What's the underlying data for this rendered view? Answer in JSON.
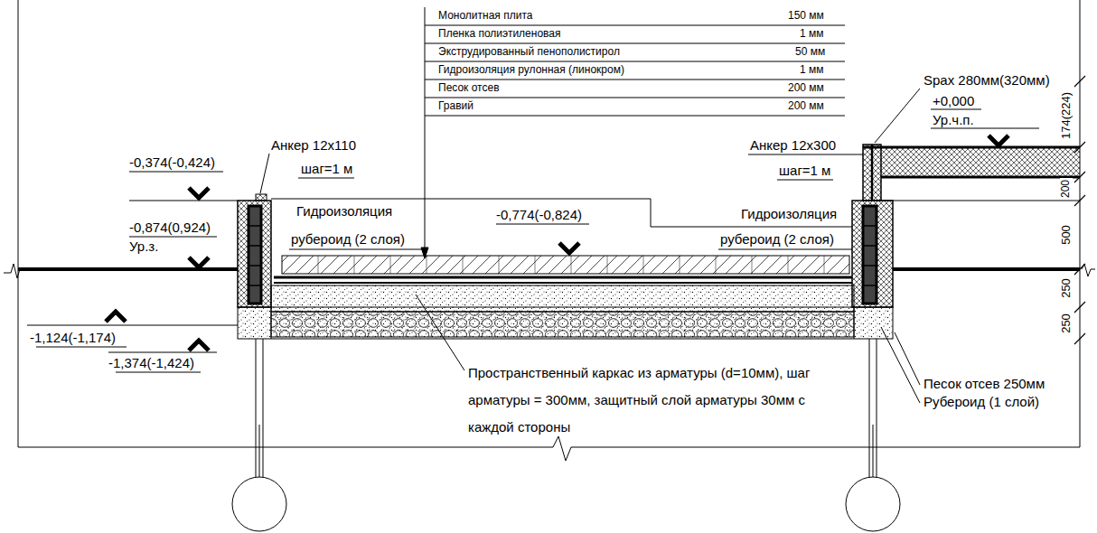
{
  "diagram": {
    "labels": [
      "Монолитная плита",
      "150 мм",
      "Пленка полиэтиленовая",
      "1 мм",
      "Экструдированный пенополистирол",
      "50 мм",
      "Гидроизоляция рулонная (линокром)",
      "1 мм",
      "Песок отсев",
      "200 мм",
      "Гравий",
      "200 мм",
      "Spax 280мм(320мм)",
      "+0,000",
      "Ур.ч.п.",
      "174(224)",
      "200",
      "500",
      "250",
      "250",
      "Анкер 12х110",
      "шаг=1 м",
      "Анкер 12х300",
      "шаг=1 м",
      "-0,374(-0,424)",
      "-0,874(0,924)",
      "Ур.з.",
      "Гидроизоляция",
      "рубероид (2 слоя)",
      "-0,774(-0,824)",
      "Гидроизоляция",
      "рубероид (2 слоя)",
      "-1,124(-1,174)",
      "-1,374(-1,424)",
      "Пространственный каркас из арматуры (d=10мм), шаг арматуры = 300мм, защитный слой арматуры 30мм с каждой стороны",
      "Песок отсев 250мм",
      "Рубероид (1 слой)"
    ]
  }
}
